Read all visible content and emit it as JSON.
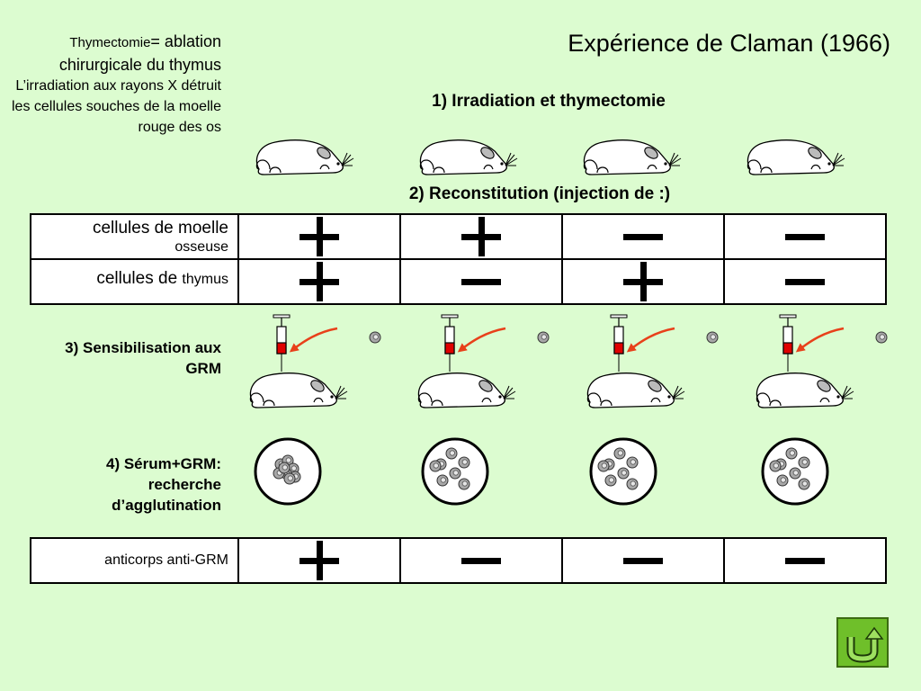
{
  "title": "Expérience de Claman (1966)",
  "note": {
    "term": "Thymectomie",
    "def": "= ablation chirurgicale du thymus",
    "irradiation": "L’irradiation aux rayons X détruit les cellules souches de la moelle rouge des os"
  },
  "step1": "1) Irradiation et thymectomie",
  "step2": "2) Reconstitution (injection de :)",
  "step3": "3) Sensibilisation aux GRM",
  "step4": "4) Sérum+GRM: recherche d’agglutination",
  "reconstitution": {
    "rows": [
      {
        "label_main": "cellules de moelle",
        "label_small": "osseuse",
        "values": [
          "+",
          "+",
          "−",
          "−"
        ]
      },
      {
        "label_main": "cellules de ",
        "label_small": "thymus",
        "values": [
          "+",
          "−",
          "+",
          "−"
        ]
      }
    ]
  },
  "result": {
    "label": "anticorps anti-GRM",
    "values": [
      "+",
      "−",
      "−",
      "−"
    ]
  },
  "colors": {
    "background": "#dcfcd0",
    "arrow": "#e8401a",
    "syringe_fill": "#e00000",
    "home_button": "#6fbf2a"
  },
  "icons": {
    "mouse": "mouse-icon",
    "syringe": "syringe-icon",
    "red_blood_cell": "red-blood-cell-icon",
    "petri_dish": "petri-dish-icon",
    "home": "return-arrow-icon"
  }
}
